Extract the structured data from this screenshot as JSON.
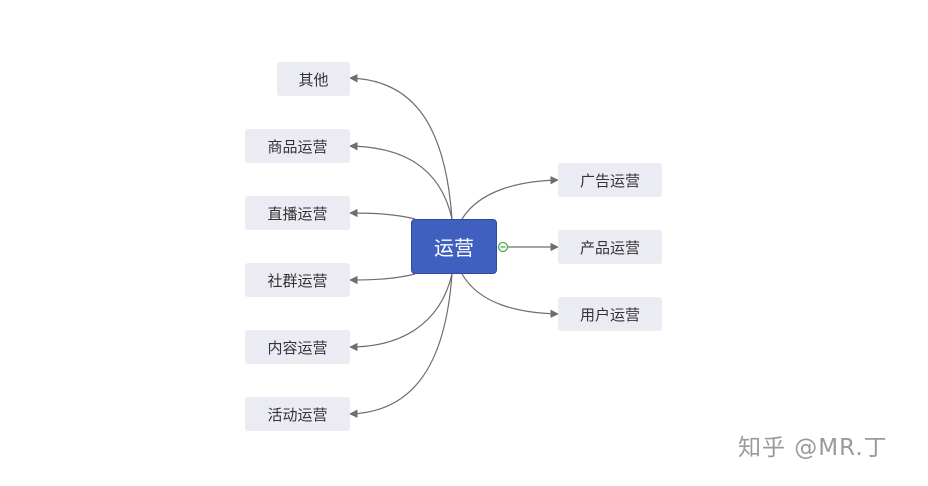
{
  "central": {
    "label": "运营"
  },
  "left_branches": [
    {
      "label": "其他"
    },
    {
      "label": "商品运营"
    },
    {
      "label": "直播运营"
    },
    {
      "label": "社群运营"
    },
    {
      "label": "内容运营"
    },
    {
      "label": "活动运营"
    }
  ],
  "right_branches": [
    {
      "label": "广告运营"
    },
    {
      "label": "产品运营"
    },
    {
      "label": "用户运营"
    }
  ],
  "watermark": "知乎 @MR.丁",
  "colors": {
    "central_fill": "#4060c0",
    "node_fill": "#ebebf3",
    "connector": "#6e6e6e",
    "collapse_toggle": "#4caf50"
  }
}
